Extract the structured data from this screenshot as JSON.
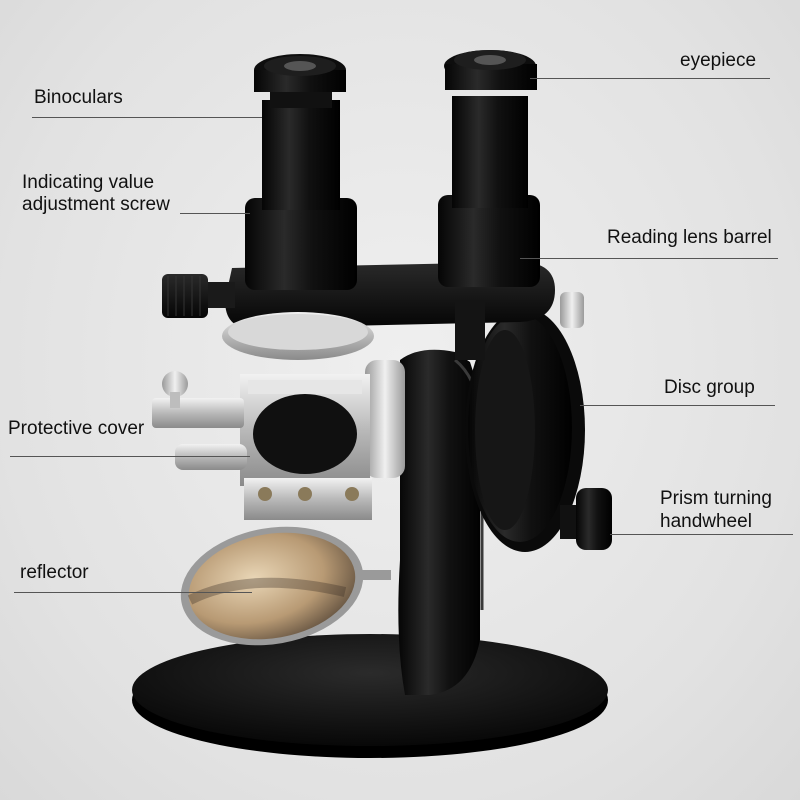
{
  "labels": {
    "binoculars": "Binoculars",
    "eyepiece": "eyepiece",
    "indicating_line1": "Indicating value",
    "indicating_line2": "adjustment screw",
    "reading_lens_barrel": "Reading lens barrel",
    "disc_group": "Disc group",
    "protective_cover": "Protective cover",
    "prism_line1": "Prism turning",
    "prism_line2": "handwheel",
    "reflector": "reflector"
  },
  "colors": {
    "background": "#e4e4e4",
    "instrument_black": "#121212",
    "metal": "#c8c8c8",
    "leader_line": "#555555"
  }
}
